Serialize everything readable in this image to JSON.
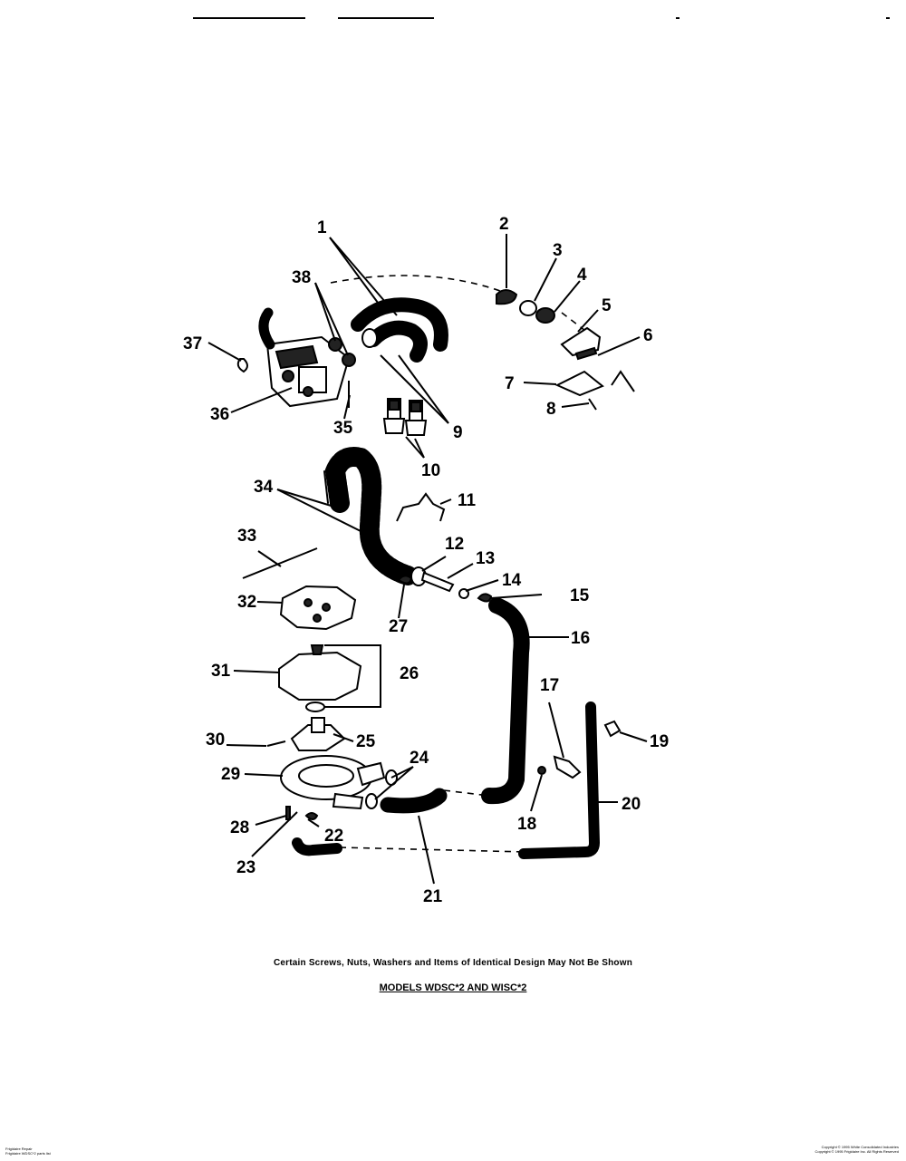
{
  "callouts": [
    "1",
    "2",
    "3",
    "4",
    "5",
    "6",
    "7",
    "8",
    "9",
    "10",
    "11",
    "12",
    "13",
    "14",
    "15",
    "16",
    "17",
    "18",
    "19",
    "20",
    "21",
    "22",
    "23",
    "24",
    "25",
    "26",
    "27",
    "28",
    "29",
    "30",
    "31",
    "32",
    "33",
    "34",
    "35",
    "36",
    "37",
    "38"
  ],
  "note": "Certain Screws, Nuts, Washers and Items of Identical Design May Not Be Shown",
  "models": "MODELS WDSC*2 AND WISC*2",
  "footer_left": [
    "Frigidaire Repair",
    "Frigidaire WDSC*2 parts list"
  ],
  "footer_right": [
    "Copyright © 1995 White Consolidated Industries",
    "Copyright © 1995 Frigidaire Inc. All Rights Reserved"
  ]
}
